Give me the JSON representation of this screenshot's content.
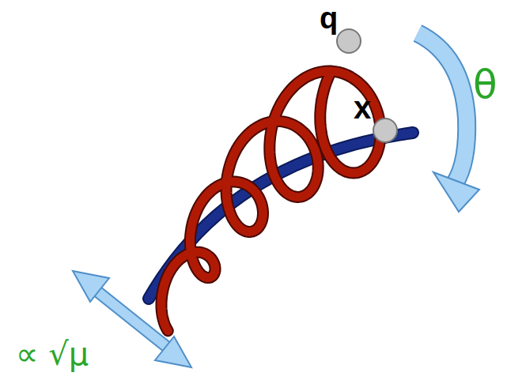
{
  "diagram": {
    "labels": [
      "q",
      "x",
      "θ",
      "∝ √μ"
    ]
  }
}
